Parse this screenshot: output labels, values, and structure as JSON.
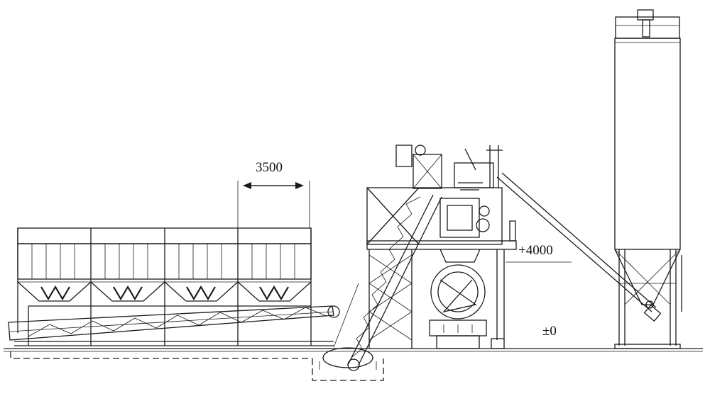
{
  "diagram": {
    "dimension_label": "3500",
    "elevation_upper": "+4000",
    "elevation_ground": "±0"
  },
  "colors": {
    "ink": "#1a1a1a",
    "background": "#ffffff"
  }
}
